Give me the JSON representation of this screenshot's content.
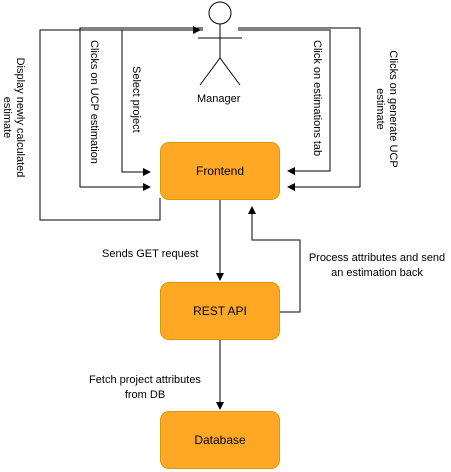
{
  "colors": {
    "box_fill": "#ffa826",
    "box_border": "#d79b00",
    "line": "#000000"
  },
  "actor": {
    "label": "Manager"
  },
  "boxes": {
    "frontend": "Frontend",
    "rest_api": "REST API",
    "database": "Database"
  },
  "edges": {
    "display_estimate": "Display newly calculated estimate",
    "click_ucp": "Clicks on UCP estimation",
    "select_project": "Select project",
    "click_tab": "Click on estimations tab",
    "click_generate": "Clicks on generate UCP estimate",
    "sends_get": "Sends GET request",
    "process_attrs": "Process attributes and send an estimation back",
    "fetch_attrs": "Fetch project attributes from DB"
  }
}
